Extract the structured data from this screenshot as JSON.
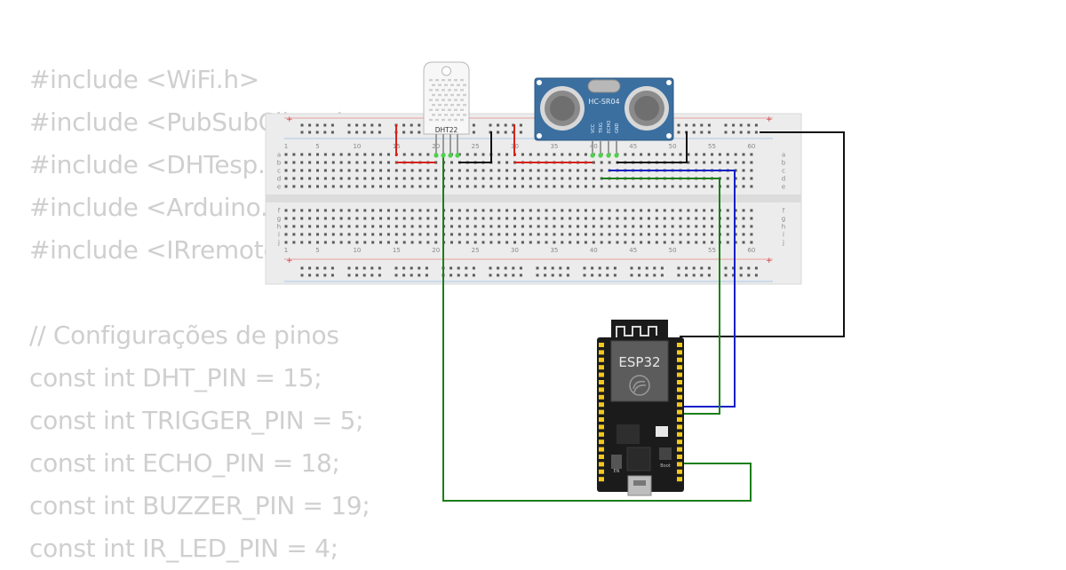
{
  "code": {
    "lines": [
      "#include <WiFi.h>",
      "#include <PubSubClient.h>",
      "#include <DHTesp.h>",
      "#include <Arduino.h>",
      "#include <IRremote.h>",
      "",
      "// Configurações de pinos",
      "const int DHT_PIN = 15;",
      "const int TRIGGER_PIN = 5;",
      "const int ECHO_PIN = 18;",
      "const int BUZZER_PIN = 19;",
      "const int IR_LED_PIN = 4;"
    ]
  },
  "breadboard": {
    "column_numbers": [
      "1",
      "5",
      "10",
      "15",
      "20",
      "25",
      "30",
      "35",
      "40",
      "45",
      "50",
      "55",
      "60"
    ],
    "row_letters_top": [
      "a",
      "b",
      "c",
      "d",
      "e"
    ],
    "row_letters_bottom": [
      "f",
      "g",
      "h",
      "i",
      "j"
    ]
  },
  "dht22": {
    "label": "DHT22"
  },
  "hcsr04": {
    "label": "HC-SR04",
    "pins": [
      "VCC",
      "TRIG",
      "ECHO",
      "GND"
    ]
  },
  "esp32": {
    "label": "ESP32",
    "button_en": "EN",
    "button_boot": "Boot"
  },
  "colors": {
    "wire_red": "#d9211b",
    "wire_black": "#111111",
    "wire_green": "#1a7f1a",
    "wire_blue": "#1020c8",
    "breadboard": "#ebebeb",
    "hcsr04_board": "#3b6fa0",
    "esp32_board": "#1b1b1b",
    "pin_header": "#f2c81e"
  }
}
